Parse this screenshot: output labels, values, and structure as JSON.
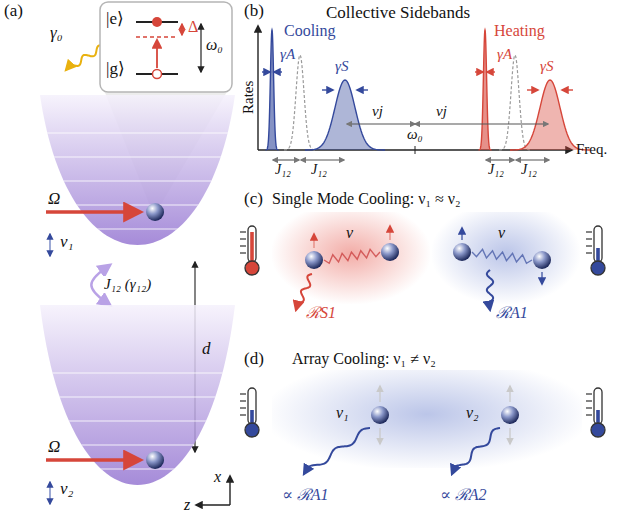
{
  "diagram": {
    "nodes": [
      {
        "text": [
          "|e⟩",
          "|g⟩",
          "Δ",
          "ω₀"
        ]
      },
      {
        "text": [
          "ν₁"
        ]
      },
      {
        "text": [
          "ν₂"
        ]
      },
      {
        "text": [
          "ν"
        ]
      },
      {
        "text": [
          "ν"
        ]
      },
      {
        "text": [
          "ν₁",
          "ν₂"
        ]
      }
    ],
    "edges": [
      {
        "from": 1,
        "to": 2,
        "arrow": "both",
        "label": "J₁₂ (γ₁₂)"
      }
    ],
    "labels": [
      "(a)",
      "γ₀",
      "Ω",
      "Ω",
      "d",
      "z",
      "x",
      "(b)",
      "Collective Sidebands",
      "Rates",
      "Freq.",
      "Cooling",
      "Heating",
      "γA",
      "γS",
      "γA",
      "γS",
      "νj",
      "ω₀",
      "νj",
      "J₁₂",
      "J₁₂",
      "J₁₂",
      "J₁₂",
      "(c)",
      "Single Mode Cooling: ν₁ ≈ ν₂",
      "ℛS1",
      "ℛA1",
      "(d)",
      "Array Cooling: ν₁ ≠ ν₂",
      "∝ ℛA1",
      "∝ ℛA2"
    ]
  }
}
